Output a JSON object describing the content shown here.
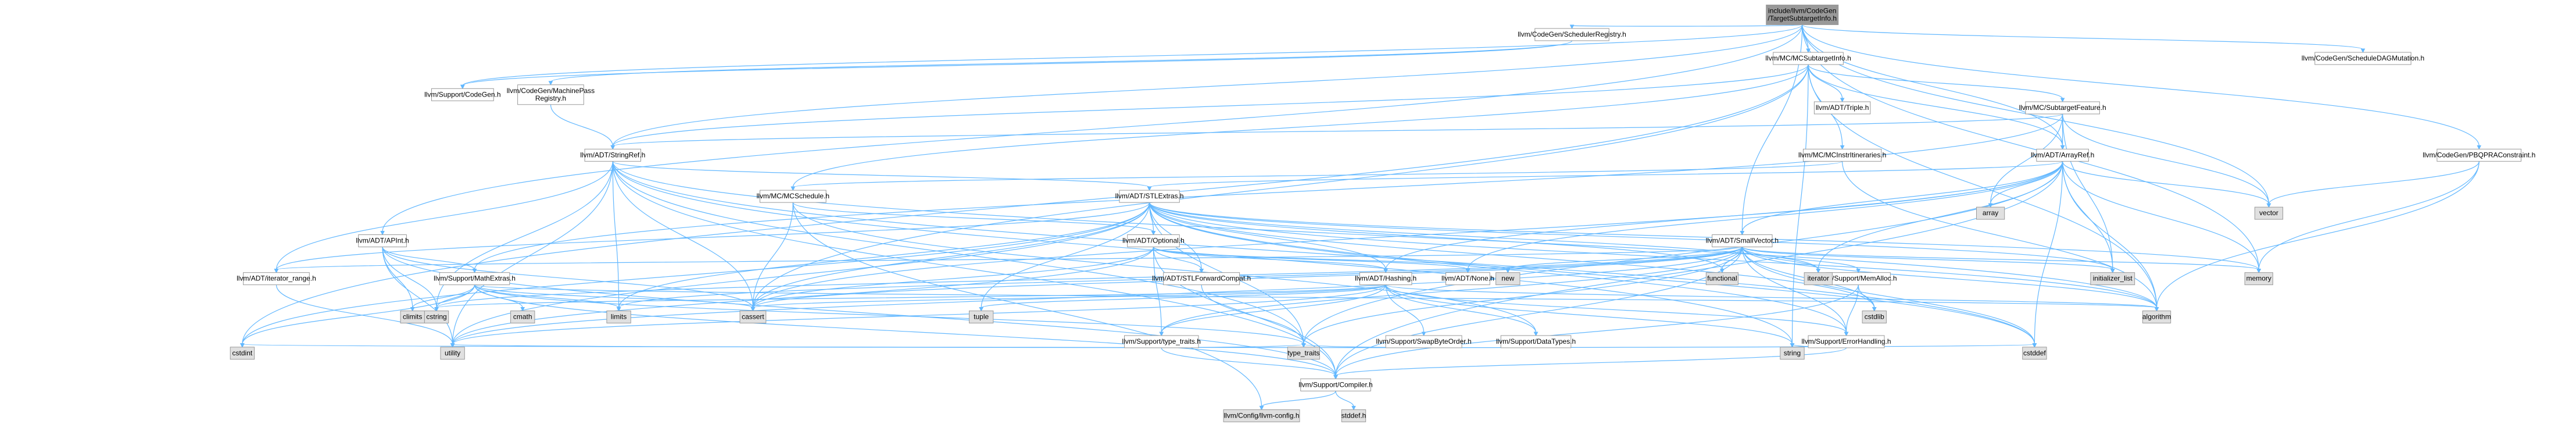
{
  "nodes": [
    {
      "id": "root",
      "lines": [
        "include/llvm/CodeGen",
        "/TargetSubtargetInfo.h"
      ],
      "kind": "current"
    },
    {
      "id": "sched_reg",
      "lines": [
        "llvm/CodeGen/SchedulerRegistry.h"
      ],
      "kind": "normal"
    },
    {
      "id": "mc_subtarget",
      "lines": [
        "llvm/MC/MCSubtargetInfo.h"
      ],
      "kind": "normal"
    },
    {
      "id": "sched_dag_mut",
      "lines": [
        "llvm/CodeGen/ScheduleDAGMutation.h"
      ],
      "kind": "normal"
    },
    {
      "id": "support_codegen",
      "lines": [
        "llvm/Support/CodeGen.h"
      ],
      "kind": "normal"
    },
    {
      "id": "machine_pass_reg",
      "lines": [
        "llvm/CodeGen/MachinePass",
        "Registry.h"
      ],
      "kind": "truncated"
    },
    {
      "id": "adt_triple",
      "lines": [
        "llvm/ADT/Triple.h"
      ],
      "kind": "truncated"
    },
    {
      "id": "mc_subtarget_feature",
      "lines": [
        "llvm/MC/SubtargetFeature.h"
      ],
      "kind": "truncated"
    },
    {
      "id": "adt_stringref",
      "lines": [
        "llvm/ADT/StringRef.h"
      ],
      "kind": "normal"
    },
    {
      "id": "mc_instr_itin",
      "lines": [
        "llvm/MC/MCInstrItineraries.h"
      ],
      "kind": "normal"
    },
    {
      "id": "adt_arrayref",
      "lines": [
        "llvm/ADT/ArrayRef.h"
      ],
      "kind": "normal"
    },
    {
      "id": "pbqp_constraint",
      "lines": [
        "llvm/CodeGen/PBQPRAConstraint.h"
      ],
      "kind": "normal"
    },
    {
      "id": "array",
      "lines": [
        "array"
      ],
      "kind": "system"
    },
    {
      "id": "vector",
      "lines": [
        "vector"
      ],
      "kind": "system"
    },
    {
      "id": "mc_schedule",
      "lines": [
        "llvm/MC/MCSchedule.h"
      ],
      "kind": "normal"
    },
    {
      "id": "adt_stlextras",
      "lines": [
        "llvm/ADT/STLExtras.h"
      ],
      "kind": "truncated"
    },
    {
      "id": "adt_apint",
      "lines": [
        "llvm/ADT/APInt.h"
      ],
      "kind": "normal"
    },
    {
      "id": "adt_optional",
      "lines": [
        "llvm/ADT/Optional.h"
      ],
      "kind": "normal"
    },
    {
      "id": "adt_smallvector",
      "lines": [
        "llvm/ADT/SmallVector.h"
      ],
      "kind": "normal"
    },
    {
      "id": "adt_iterator_range",
      "lines": [
        "llvm/ADT/iterator_range.h"
      ],
      "kind": "normal"
    },
    {
      "id": "support_mathextras",
      "lines": [
        "llvm/Support/MathExtras.h"
      ],
      "kind": "normal"
    },
    {
      "id": "adt_stlforward",
      "lines": [
        "llvm/ADT/STLForwardCompat.h"
      ],
      "kind": "normal"
    },
    {
      "id": "adt_hashing",
      "lines": [
        "llvm/ADT/Hashing.h"
      ],
      "kind": "normal"
    },
    {
      "id": "adt_none",
      "lines": [
        "llvm/ADT/None.h"
      ],
      "kind": "normal"
    },
    {
      "id": "new",
      "lines": [
        "new"
      ],
      "kind": "system"
    },
    {
      "id": "functional",
      "lines": [
        "functional"
      ],
      "kind": "system"
    },
    {
      "id": "support_memalloc",
      "lines": [
        "llvm/Support/MemAlloc.h"
      ],
      "kind": "normal"
    },
    {
      "id": "iterator",
      "lines": [
        "iterator"
      ],
      "kind": "system"
    },
    {
      "id": "initializer_list",
      "lines": [
        "initializer_list"
      ],
      "kind": "system"
    },
    {
      "id": "memory",
      "lines": [
        "memory"
      ],
      "kind": "system"
    },
    {
      "id": "climits",
      "lines": [
        "climits"
      ],
      "kind": "system"
    },
    {
      "id": "cstring",
      "lines": [
        "cstring"
      ],
      "kind": "system"
    },
    {
      "id": "cmath",
      "lines": [
        "cmath"
      ],
      "kind": "system"
    },
    {
      "id": "limits",
      "lines": [
        "limits"
      ],
      "kind": "system"
    },
    {
      "id": "cassert",
      "lines": [
        "cassert"
      ],
      "kind": "system"
    },
    {
      "id": "tuple",
      "lines": [
        "tuple"
      ],
      "kind": "system"
    },
    {
      "id": "support_type_traits",
      "lines": [
        "llvm/Support/type_traits.h"
      ],
      "kind": "normal"
    },
    {
      "id": "support_swapbyteorder",
      "lines": [
        "llvm/Support/SwapByteOrder.h"
      ],
      "kind": "truncated"
    },
    {
      "id": "support_datatypes",
      "lines": [
        "llvm/Support/DataTypes.h"
      ],
      "kind": "truncated"
    },
    {
      "id": "cstdlib",
      "lines": [
        "cstdlib"
      ],
      "kind": "system"
    },
    {
      "id": "support_errorhandling",
      "lines": [
        "llvm/Support/ErrorHandling.h"
      ],
      "kind": "normal"
    },
    {
      "id": "algorithm",
      "lines": [
        "algorithm"
      ],
      "kind": "system"
    },
    {
      "id": "cstdint",
      "lines": [
        "cstdint"
      ],
      "kind": "system"
    },
    {
      "id": "utility",
      "lines": [
        "utility"
      ],
      "kind": "system"
    },
    {
      "id": "type_traits",
      "lines": [
        "type_traits"
      ],
      "kind": "system"
    },
    {
      "id": "support_compiler",
      "lines": [
        "llvm/Support/Compiler.h"
      ],
      "kind": "normal"
    },
    {
      "id": "string",
      "lines": [
        "string"
      ],
      "kind": "system"
    },
    {
      "id": "cstddef",
      "lines": [
        "cstddef"
      ],
      "kind": "system"
    },
    {
      "id": "llvm_config",
      "lines": [
        "llvm/Config/llvm-config.h"
      ],
      "kind": "system"
    },
    {
      "id": "stddef",
      "lines": [
        "stddef.h"
      ],
      "kind": "system"
    }
  ],
  "edges": [
    [
      "root",
      "sched_reg"
    ],
    [
      "root",
      "mc_subtarget"
    ],
    [
      "root",
      "sched_dag_mut"
    ],
    [
      "root",
      "support_codegen"
    ],
    [
      "root",
      "adt_stringref"
    ],
    [
      "root",
      "adt_arrayref"
    ],
    [
      "root",
      "pbqp_constraint"
    ],
    [
      "root",
      "vector"
    ],
    [
      "root",
      "memory"
    ],
    [
      "root",
      "adt_apint"
    ],
    [
      "root",
      "adt_smallvector"
    ],
    [
      "sched_reg",
      "support_codegen"
    ],
    [
      "sched_reg",
      "machine_pass_reg"
    ],
    [
      "machine_pass_reg",
      "adt_stringref"
    ],
    [
      "mc_subtarget",
      "adt_triple"
    ],
    [
      "mc_subtarget",
      "mc_subtarget_feature"
    ],
    [
      "mc_subtarget",
      "adt_stringref"
    ],
    [
      "mc_subtarget",
      "mc_instr_itin"
    ],
    [
      "mc_subtarget",
      "adt_arrayref"
    ],
    [
      "mc_subtarget",
      "algorithm"
    ],
    [
      "mc_subtarget",
      "cassert"
    ],
    [
      "mc_subtarget",
      "cstdint"
    ],
    [
      "mc_subtarget",
      "string"
    ],
    [
      "mc_subtarget",
      "mc_schedule"
    ],
    [
      "mc_subtarget_feature",
      "adt_stringref"
    ],
    [
      "mc_subtarget_feature",
      "adt_arrayref"
    ],
    [
      "mc_subtarget_feature",
      "array"
    ],
    [
      "mc_subtarget_feature",
      "initializer_list"
    ],
    [
      "mc_subtarget_feature",
      "vector"
    ],
    [
      "mc_subtarget_feature",
      "support_mathextras"
    ],
    [
      "mc_instr_itin",
      "mc_schedule"
    ],
    [
      "mc_instr_itin",
      "algorithm"
    ],
    [
      "adt_stringref",
      "adt_stlextras"
    ],
    [
      "adt_stringref",
      "adt_iterator_range"
    ],
    [
      "adt_stringref",
      "support_compiler"
    ],
    [
      "adt_stringref",
      "algorithm"
    ],
    [
      "adt_stringref",
      "cassert"
    ],
    [
      "adt_stringref",
      "cstddef"
    ],
    [
      "adt_stringref",
      "cstring"
    ],
    [
      "adt_stringref",
      "limits"
    ],
    [
      "adt_stringref",
      "string"
    ],
    [
      "adt_stringref",
      "type_traits"
    ],
    [
      "adt_stringref",
      "utility"
    ],
    [
      "adt_arrayref",
      "adt_hashing"
    ],
    [
      "adt_arrayref",
      "adt_none"
    ],
    [
      "adt_arrayref",
      "adt_smallvector"
    ],
    [
      "adt_arrayref",
      "adt_stlextras"
    ],
    [
      "adt_arrayref",
      "support_compiler"
    ],
    [
      "adt_arrayref",
      "algorithm"
    ],
    [
      "adt_arrayref",
      "array"
    ],
    [
      "adt_arrayref",
      "cassert"
    ],
    [
      "adt_arrayref",
      "cstddef"
    ],
    [
      "adt_arrayref",
      "initializer_list"
    ],
    [
      "adt_arrayref",
      "iterator"
    ],
    [
      "adt_arrayref",
      "memory"
    ],
    [
      "adt_arrayref",
      "type_traits"
    ],
    [
      "adt_arrayref",
      "vector"
    ],
    [
      "pbqp_constraint",
      "algorithm"
    ],
    [
      "pbqp_constraint",
      "memory"
    ],
    [
      "pbqp_constraint",
      "vector"
    ],
    [
      "mc_schedule",
      "adt_optional"
    ],
    [
      "mc_schedule",
      "support_datatypes"
    ],
    [
      "mc_schedule",
      "cassert"
    ],
    [
      "mc_schedule",
      "llvm_config"
    ],
    [
      "adt_stlextras",
      "adt_hashing"
    ],
    [
      "adt_stlextras",
      "adt_optional"
    ],
    [
      "adt_stlextras",
      "adt_stlforward"
    ],
    [
      "adt_stlextras",
      "adt_iterator_range"
    ],
    [
      "adt_stlextras",
      "iterator"
    ],
    [
      "adt_stlextras",
      "support_errorhandling"
    ],
    [
      "adt_stlextras",
      "algorithm"
    ],
    [
      "adt_stlextras",
      "cassert"
    ],
    [
      "adt_stlextras",
      "cstddef"
    ],
    [
      "adt_stlextras",
      "cstdint"
    ],
    [
      "adt_stlextras",
      "cstdlib"
    ],
    [
      "adt_stlextras",
      "functional"
    ],
    [
      "adt_stlextras",
      "initializer_list"
    ],
    [
      "adt_stlextras",
      "limits"
    ],
    [
      "adt_stlextras",
      "memory"
    ],
    [
      "adt_stlextras",
      "tuple"
    ],
    [
      "adt_stlextras",
      "type_traits"
    ],
    [
      "adt_stlextras",
      "utility"
    ],
    [
      "adt_apint",
      "support_compiler"
    ],
    [
      "adt_apint",
      "support_mathextras"
    ],
    [
      "adt_apint",
      "cassert"
    ],
    [
      "adt_apint",
      "climits"
    ],
    [
      "adt_apint",
      "cstring"
    ],
    [
      "adt_apint",
      "utility"
    ],
    [
      "adt_optional",
      "adt_hashing"
    ],
    [
      "adt_optional",
      "adt_none"
    ],
    [
      "adt_optional",
      "adt_stlforward"
    ],
    [
      "adt_optional",
      "support_compiler"
    ],
    [
      "adt_optional",
      "support_type_traits"
    ],
    [
      "adt_optional",
      "cassert"
    ],
    [
      "adt_optional",
      "new"
    ],
    [
      "adt_optional",
      "utility"
    ],
    [
      "adt_smallvector",
      "adt_iterator_range"
    ],
    [
      "adt_smallvector",
      "support_compiler"
    ],
    [
      "adt_smallvector",
      "support_errorhandling"
    ],
    [
      "adt_smallvector",
      "support_memalloc"
    ],
    [
      "adt_smallvector",
      "support_type_traits"
    ],
    [
      "adt_smallvector",
      "algorithm"
    ],
    [
      "adt_smallvector",
      "cassert"
    ],
    [
      "adt_smallvector",
      "cstddef"
    ],
    [
      "adt_smallvector",
      "cstdlib"
    ],
    [
      "adt_smallvector",
      "cstring"
    ],
    [
      "adt_smallvector",
      "functional"
    ],
    [
      "adt_smallvector",
      "initializer_list"
    ],
    [
      "adt_smallvector",
      "iterator"
    ],
    [
      "adt_smallvector",
      "limits"
    ],
    [
      "adt_smallvector",
      "memory"
    ],
    [
      "adt_smallvector",
      "new"
    ],
    [
      "adt_smallvector",
      "type_traits"
    ],
    [
      "adt_smallvector",
      "utility"
    ],
    [
      "adt_iterator_range",
      "utility"
    ],
    [
      "support_mathextras",
      "support_compiler"
    ],
    [
      "support_mathextras",
      "algorithm"
    ],
    [
      "support_mathextras",
      "cassert"
    ],
    [
      "support_mathextras",
      "climits"
    ],
    [
      "support_mathextras",
      "cmath"
    ],
    [
      "support_mathextras",
      "cstdint"
    ],
    [
      "support_mathextras",
      "cstring"
    ],
    [
      "support_mathextras",
      "limits"
    ],
    [
      "support_mathextras",
      "type_traits"
    ],
    [
      "adt_stlforward",
      "type_traits"
    ],
    [
      "adt_hashing",
      "support_errorhandling"
    ],
    [
      "adt_hashing",
      "support_swapbyteorder"
    ],
    [
      "adt_hashing",
      "support_datatypes"
    ],
    [
      "adt_hashing",
      "support_type_traits"
    ],
    [
      "adt_hashing",
      "algorithm"
    ],
    [
      "adt_hashing",
      "cassert"
    ],
    [
      "adt_hashing",
      "cstring"
    ],
    [
      "adt_hashing",
      "string"
    ],
    [
      "adt_hashing",
      "tuple"
    ],
    [
      "adt_hashing",
      "utility"
    ],
    [
      "support_memalloc",
      "support_compiler"
    ],
    [
      "support_memalloc",
      "support_errorhandling"
    ],
    [
      "support_memalloc",
      "cstdlib"
    ],
    [
      "support_type_traits",
      "support_compiler"
    ],
    [
      "support_type_traits",
      "type_traits"
    ],
    [
      "support_type_traits",
      "utility"
    ],
    [
      "support_swapbyteorder",
      "cstddef"
    ],
    [
      "support_swapbyteorder",
      "cstdint"
    ],
    [
      "support_swapbyteorder",
      "type_traits"
    ],
    [
      "support_errorhandling",
      "support_compiler"
    ],
    [
      "support_errorhandling",
      "string"
    ],
    [
      "support_compiler",
      "llvm_config"
    ],
    [
      "support_compiler",
      "stddef"
    ]
  ]
}
